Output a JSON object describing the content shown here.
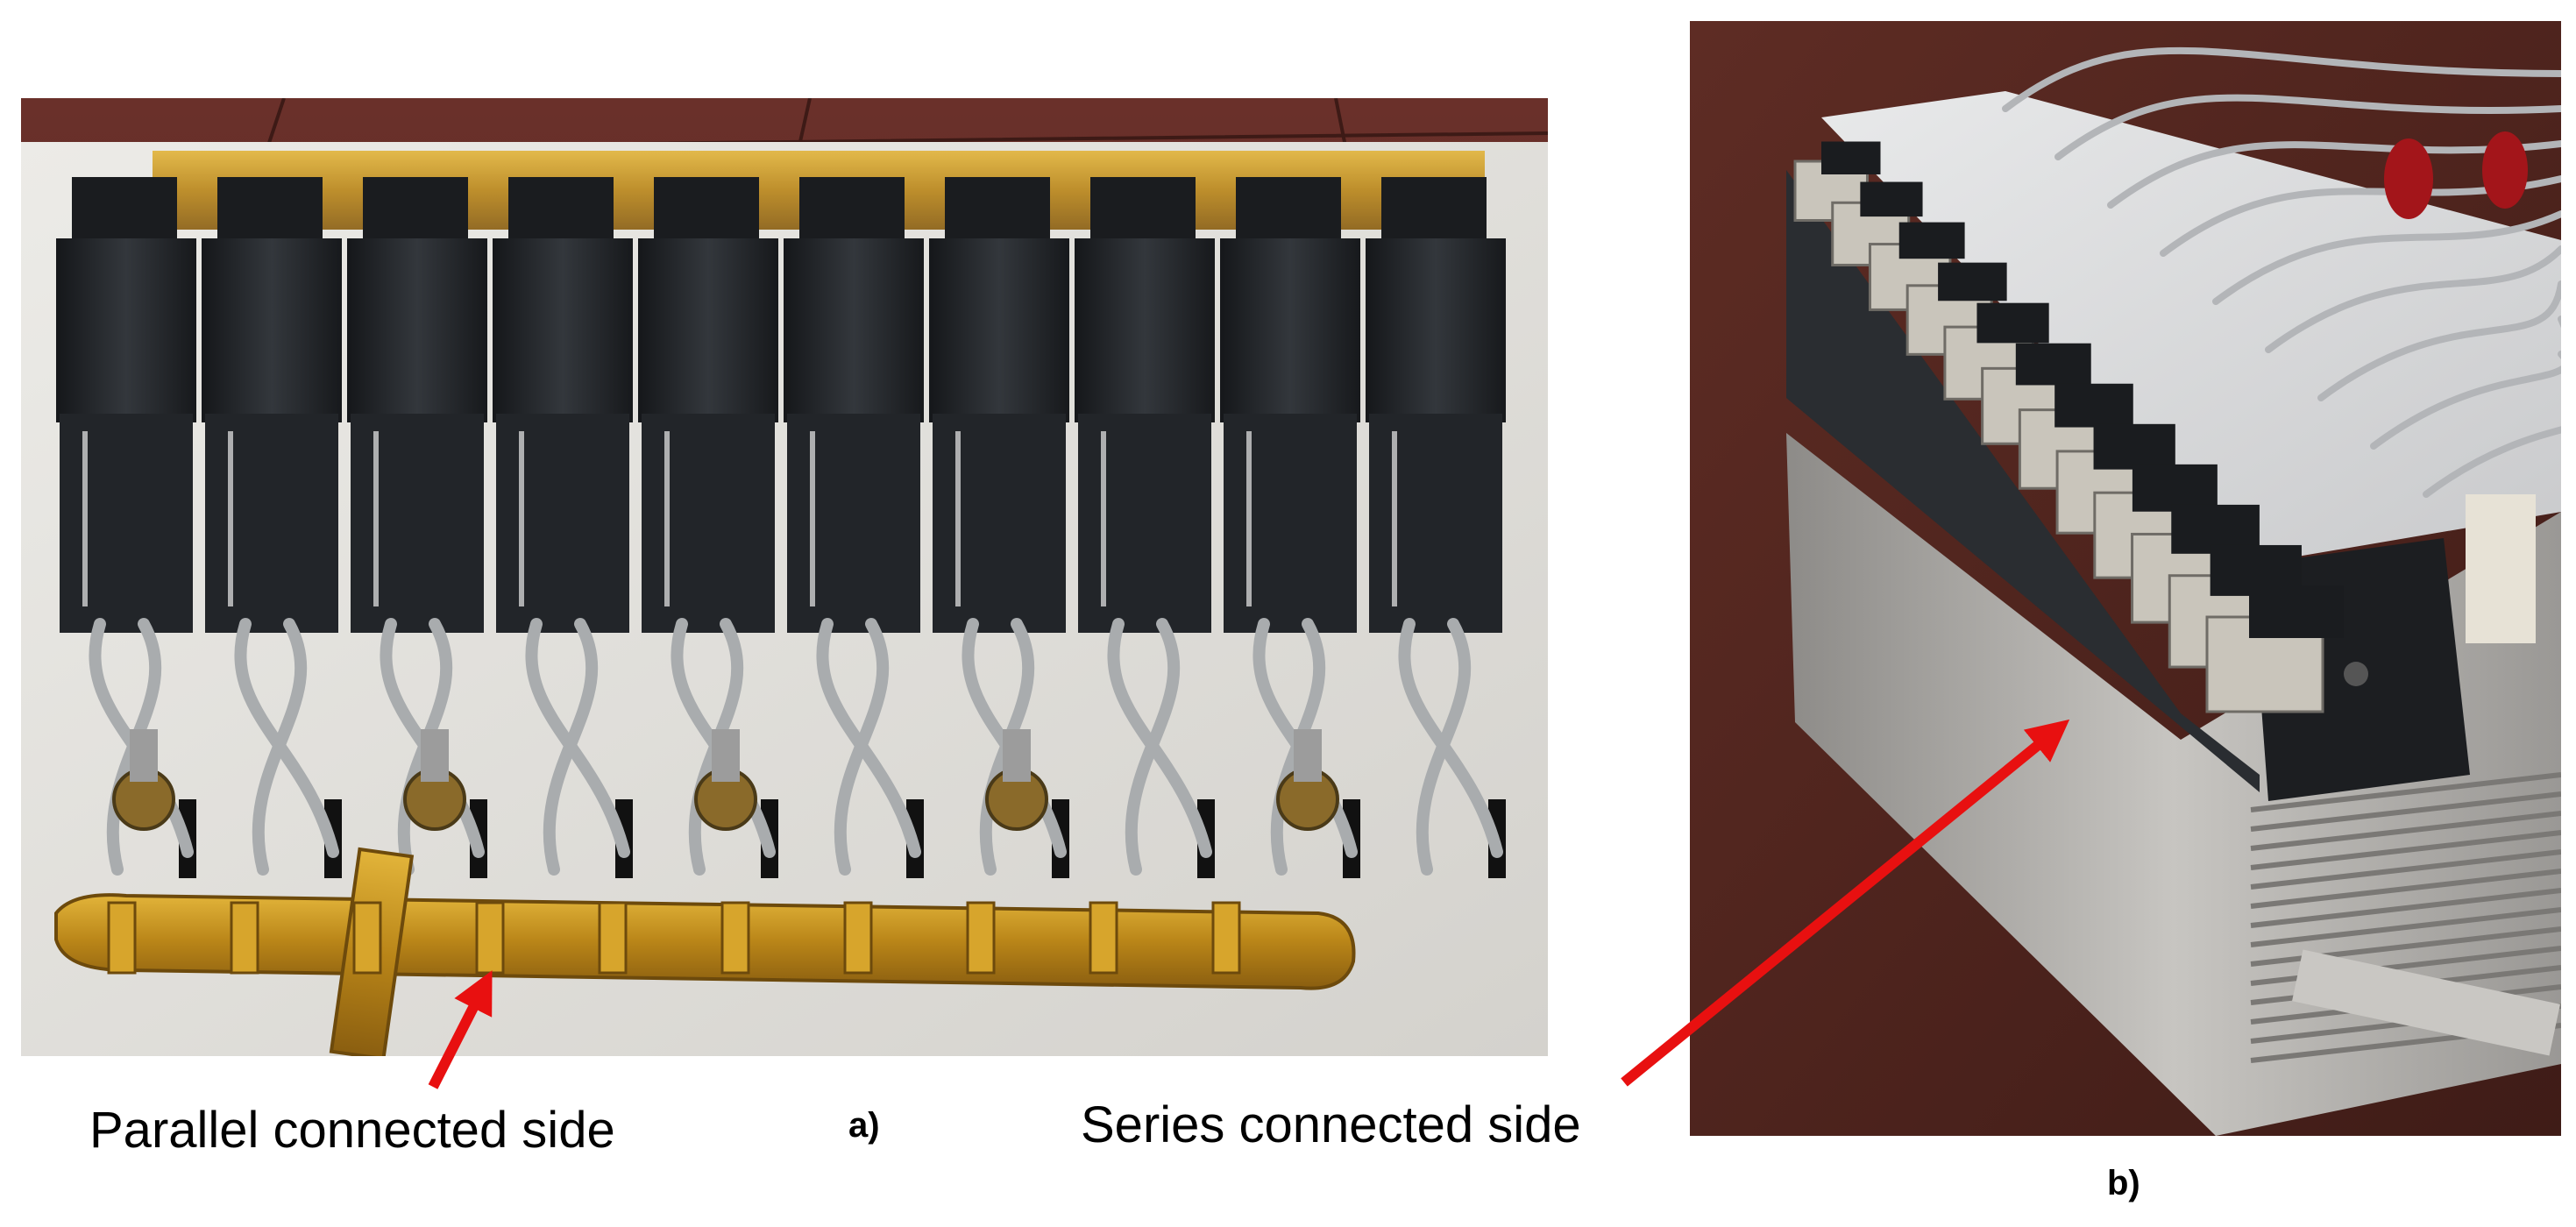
{
  "figure": {
    "panels": [
      {
        "label": "a)",
        "caption": "Parallel connected side"
      },
      {
        "label": "b)",
        "caption": "Series connected side"
      }
    ],
    "colors": {
      "arrow": "#e81010",
      "tape": "#c8961e",
      "module": "#1f2226",
      "floor": "#5a2a24",
      "board": "#e6e4e0",
      "heatsink": "#b9b7b3"
    }
  }
}
